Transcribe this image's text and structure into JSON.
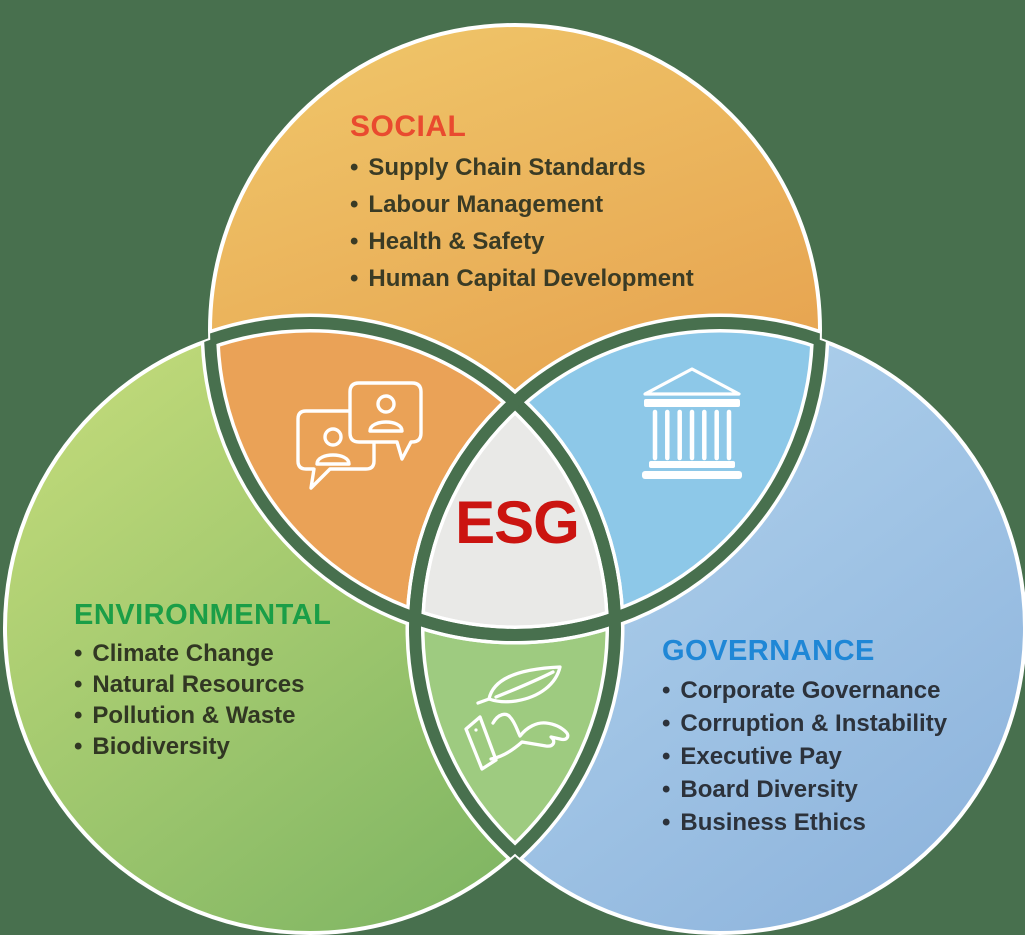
{
  "diagram": {
    "background_color": "#48704e",
    "bullet": "•",
    "center": {
      "label": "ESG",
      "label_color": "#cb1410",
      "region_color": "#e9e9e7"
    },
    "social": {
      "label": "SOCIAL",
      "label_color": "#e94a2f",
      "circle_gradient": [
        "#f0c86b",
        "#e49a49"
      ],
      "items": [
        "Supply Chain Standards",
        "Labour Management",
        "Health & Safety",
        "Human Capital Development"
      ]
    },
    "environmental": {
      "label": "ENVIRONMENTAL",
      "label_color": "#1a9e47",
      "circle_gradient": [
        "#c8de7c",
        "#7fb563"
      ],
      "items": [
        "Climate Change",
        "Natural Resources",
        "Pollution & Waste",
        "Biodiversity"
      ]
    },
    "governance": {
      "label": "GOVERNANCE",
      "label_color": "#1f87d6",
      "circle_gradient": [
        "#b7d8f0",
        "#8fb5dd"
      ],
      "items": [
        "Corporate Governance",
        "Corruption & Instability",
        "Executive Pay",
        "Board Diversity",
        "Business Ethics"
      ]
    },
    "overlaps": {
      "social_environmental": {
        "icon": "chat-people-icon",
        "color": "#eaa257"
      },
      "social_governance": {
        "icon": "bank-icon",
        "color": "#8dc8e8"
      },
      "environmental_governance": {
        "icon": "hand-leaf-icon",
        "color": "#9ecb80"
      }
    }
  }
}
